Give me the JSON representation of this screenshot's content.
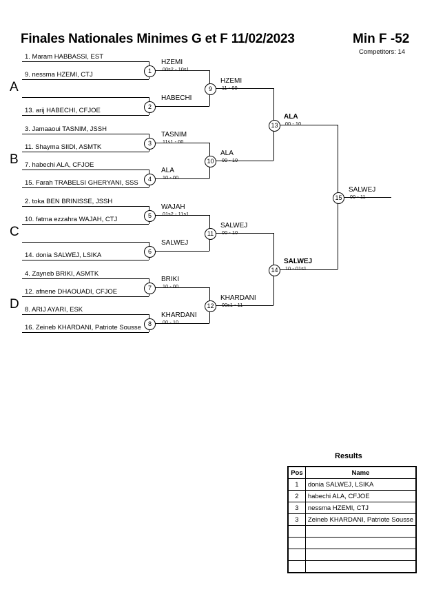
{
  "header": {
    "title": "Finales Nationales Minimes G et F  11/02/2023",
    "category": "Min F -52",
    "competitors": "Competitors: 14"
  },
  "groups": [
    {
      "label": "A"
    },
    {
      "label": "B"
    },
    {
      "label": "C"
    },
    {
      "label": "D"
    }
  ],
  "players": [
    {
      "label": "1. Maram HABBASSI, EST"
    },
    {
      "label": "9. nessma HZEMI, CTJ"
    },
    {
      "label": ""
    },
    {
      "label": "13. arij HABECHI, CFJOE"
    },
    {
      "label": "3. Jamaaoui TASNIM, JSSH"
    },
    {
      "label": "11. Shayma SIIDI, ASMTK"
    },
    {
      "label": "7. habechi ALA, CFJOE"
    },
    {
      "label": "15. Farah TRABELSI GHERYANI, SSS"
    },
    {
      "label": "2. toka BEN BRINISSE, JSSH"
    },
    {
      "label": "10. fatma ezzahra WAJAH, CTJ"
    },
    {
      "label": ""
    },
    {
      "label": "14. donia SALWEJ, LSIKA"
    },
    {
      "label": "4. Zayneb BRIKI, ASMTK"
    },
    {
      "label": "12. afnene DHAOUADI, CFJOE"
    },
    {
      "label": "8. ARIJ AYARI, ESK"
    },
    {
      "label": "16. Zeineb KHARDANI, Patriote Sousse"
    }
  ],
  "matches": [
    {
      "num": "1",
      "winner": "HZEMI",
      "score": "00s2 - 10s1",
      "bold": false
    },
    {
      "num": "2",
      "winner": "HABECHI",
      "score": "",
      "bold": false
    },
    {
      "num": "3",
      "winner": "TASNIM",
      "score": "11s1 - 00",
      "bold": false
    },
    {
      "num": "4",
      "winner": "ALA",
      "score": "10 - 00",
      "bold": false
    },
    {
      "num": "5",
      "winner": "WAJAH",
      "score": "01s2 - 11s1",
      "bold": false
    },
    {
      "num": "6",
      "winner": "SALWEJ",
      "score": "",
      "bold": false
    },
    {
      "num": "7",
      "winner": "BRIKI",
      "score": "10 - 00",
      "bold": false
    },
    {
      "num": "8",
      "winner": "KHARDANI",
      "score": "00 - 10",
      "bold": false
    },
    {
      "num": "9",
      "winner": "HZEMI",
      "score": "11 - 00",
      "bold": false
    },
    {
      "num": "10",
      "winner": "ALA",
      "score": "00 - 10",
      "bold": false
    },
    {
      "num": "11",
      "winner": "SALWEJ",
      "score": "00 - 10",
      "bold": false
    },
    {
      "num": "12",
      "winner": "KHARDANI",
      "score": "00s1 - 11",
      "bold": false
    },
    {
      "num": "13",
      "winner": "ALA",
      "score": "00 - 10",
      "bold": true
    },
    {
      "num": "14",
      "winner": "SALWEJ",
      "score": "10 - 01s1",
      "bold": true
    },
    {
      "num": "15",
      "winner": "SALWEJ",
      "score": "00 - 11",
      "bold": false
    }
  ],
  "results": {
    "title": "Results",
    "columns": [
      "Pos",
      "Name"
    ],
    "rows": [
      {
        "pos": "1",
        "name": "donia SALWEJ, LSIKA"
      },
      {
        "pos": "2",
        "name": "habechi ALA, CFJOE"
      },
      {
        "pos": "3",
        "name": "nessma HZEMI, CTJ"
      },
      {
        "pos": "3",
        "name": "Zeineb KHARDANI, Patriote Sousse"
      },
      {
        "pos": "",
        "name": ""
      },
      {
        "pos": "",
        "name": ""
      },
      {
        "pos": "",
        "name": ""
      },
      {
        "pos": "",
        "name": ""
      }
    ]
  }
}
